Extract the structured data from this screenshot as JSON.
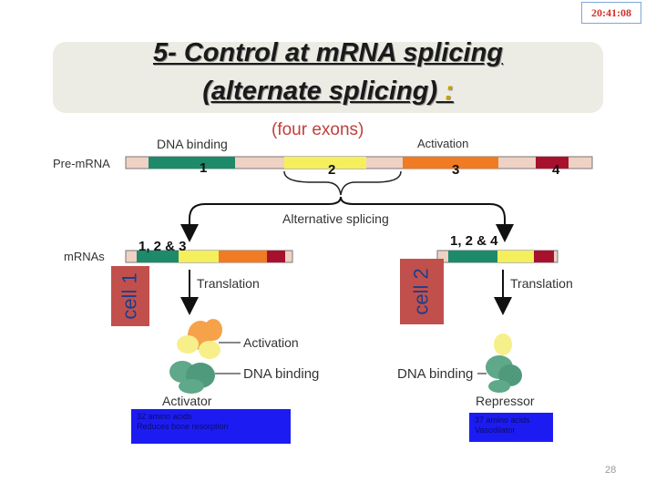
{
  "clock": "20:41:08",
  "title": {
    "line1": "5- Control at mRNA splicing",
    "line2": "(alternate splicing) ",
    "colon": ":"
  },
  "diagram": {
    "four_exons": "(four exons)",
    "dna_binding_top": "DNA binding",
    "activation_top": "Activation",
    "pre_mrna": "Pre-mRNA",
    "exon_numbers": [
      "1",
      "2",
      "3",
      "4"
    ],
    "alternative_splicing": "Alternative splicing",
    "mrnas": "mRNAs",
    "left_combo": "1, 2 &  3",
    "right_combo": "1, 2 &  4",
    "cell1": "cell 1",
    "cell2": "cell 2",
    "translation_left": "Translation",
    "translation_right": "Translation",
    "activation_label": "Activation",
    "dna_binding_left": "DNA binding",
    "dna_binding_right": "DNA binding",
    "activator": "Activator",
    "repressor": "Repressor",
    "left_box": [
      "32 amino acids",
      "Reduces bone resorption"
    ],
    "right_box": [
      "37 amino acids",
      "Vasodilator"
    ]
  },
  "colors": {
    "exon1": "#1d8a6a",
    "exon2": "#f4ef5a",
    "exon3": "#f07b22",
    "exon4": "#a8112e",
    "intron": "#efd2c4",
    "cell_box": "#c1504c",
    "info_box": "#1c1cf2"
  },
  "page_number": "28"
}
